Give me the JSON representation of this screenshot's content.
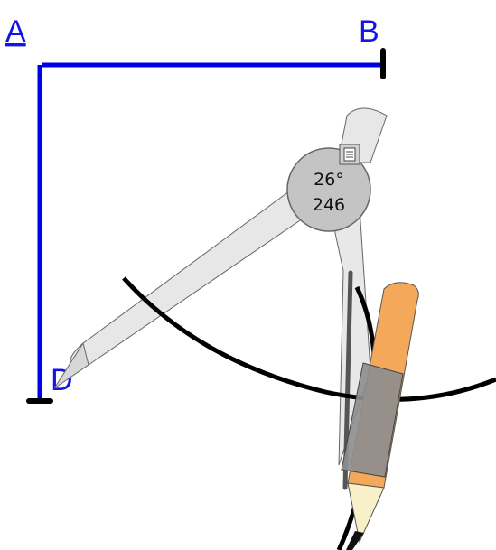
{
  "points": {
    "a_label": "A",
    "b_label": "B",
    "d_label": "D"
  },
  "compass": {
    "angle_text": "26°",
    "radius_text": "246",
    "angle_deg": 26,
    "radius": 246,
    "settings_icon": "document-icon"
  },
  "colors": {
    "line": "#0000e6",
    "label": "#1414e6",
    "arc": "#000000",
    "compass_leg": "#e4e4e4",
    "compass_outline": "#666666",
    "hub": "#c4c4c4",
    "pencil_body": "#f4a95a",
    "pencil_grip": "#8e8e8e"
  }
}
